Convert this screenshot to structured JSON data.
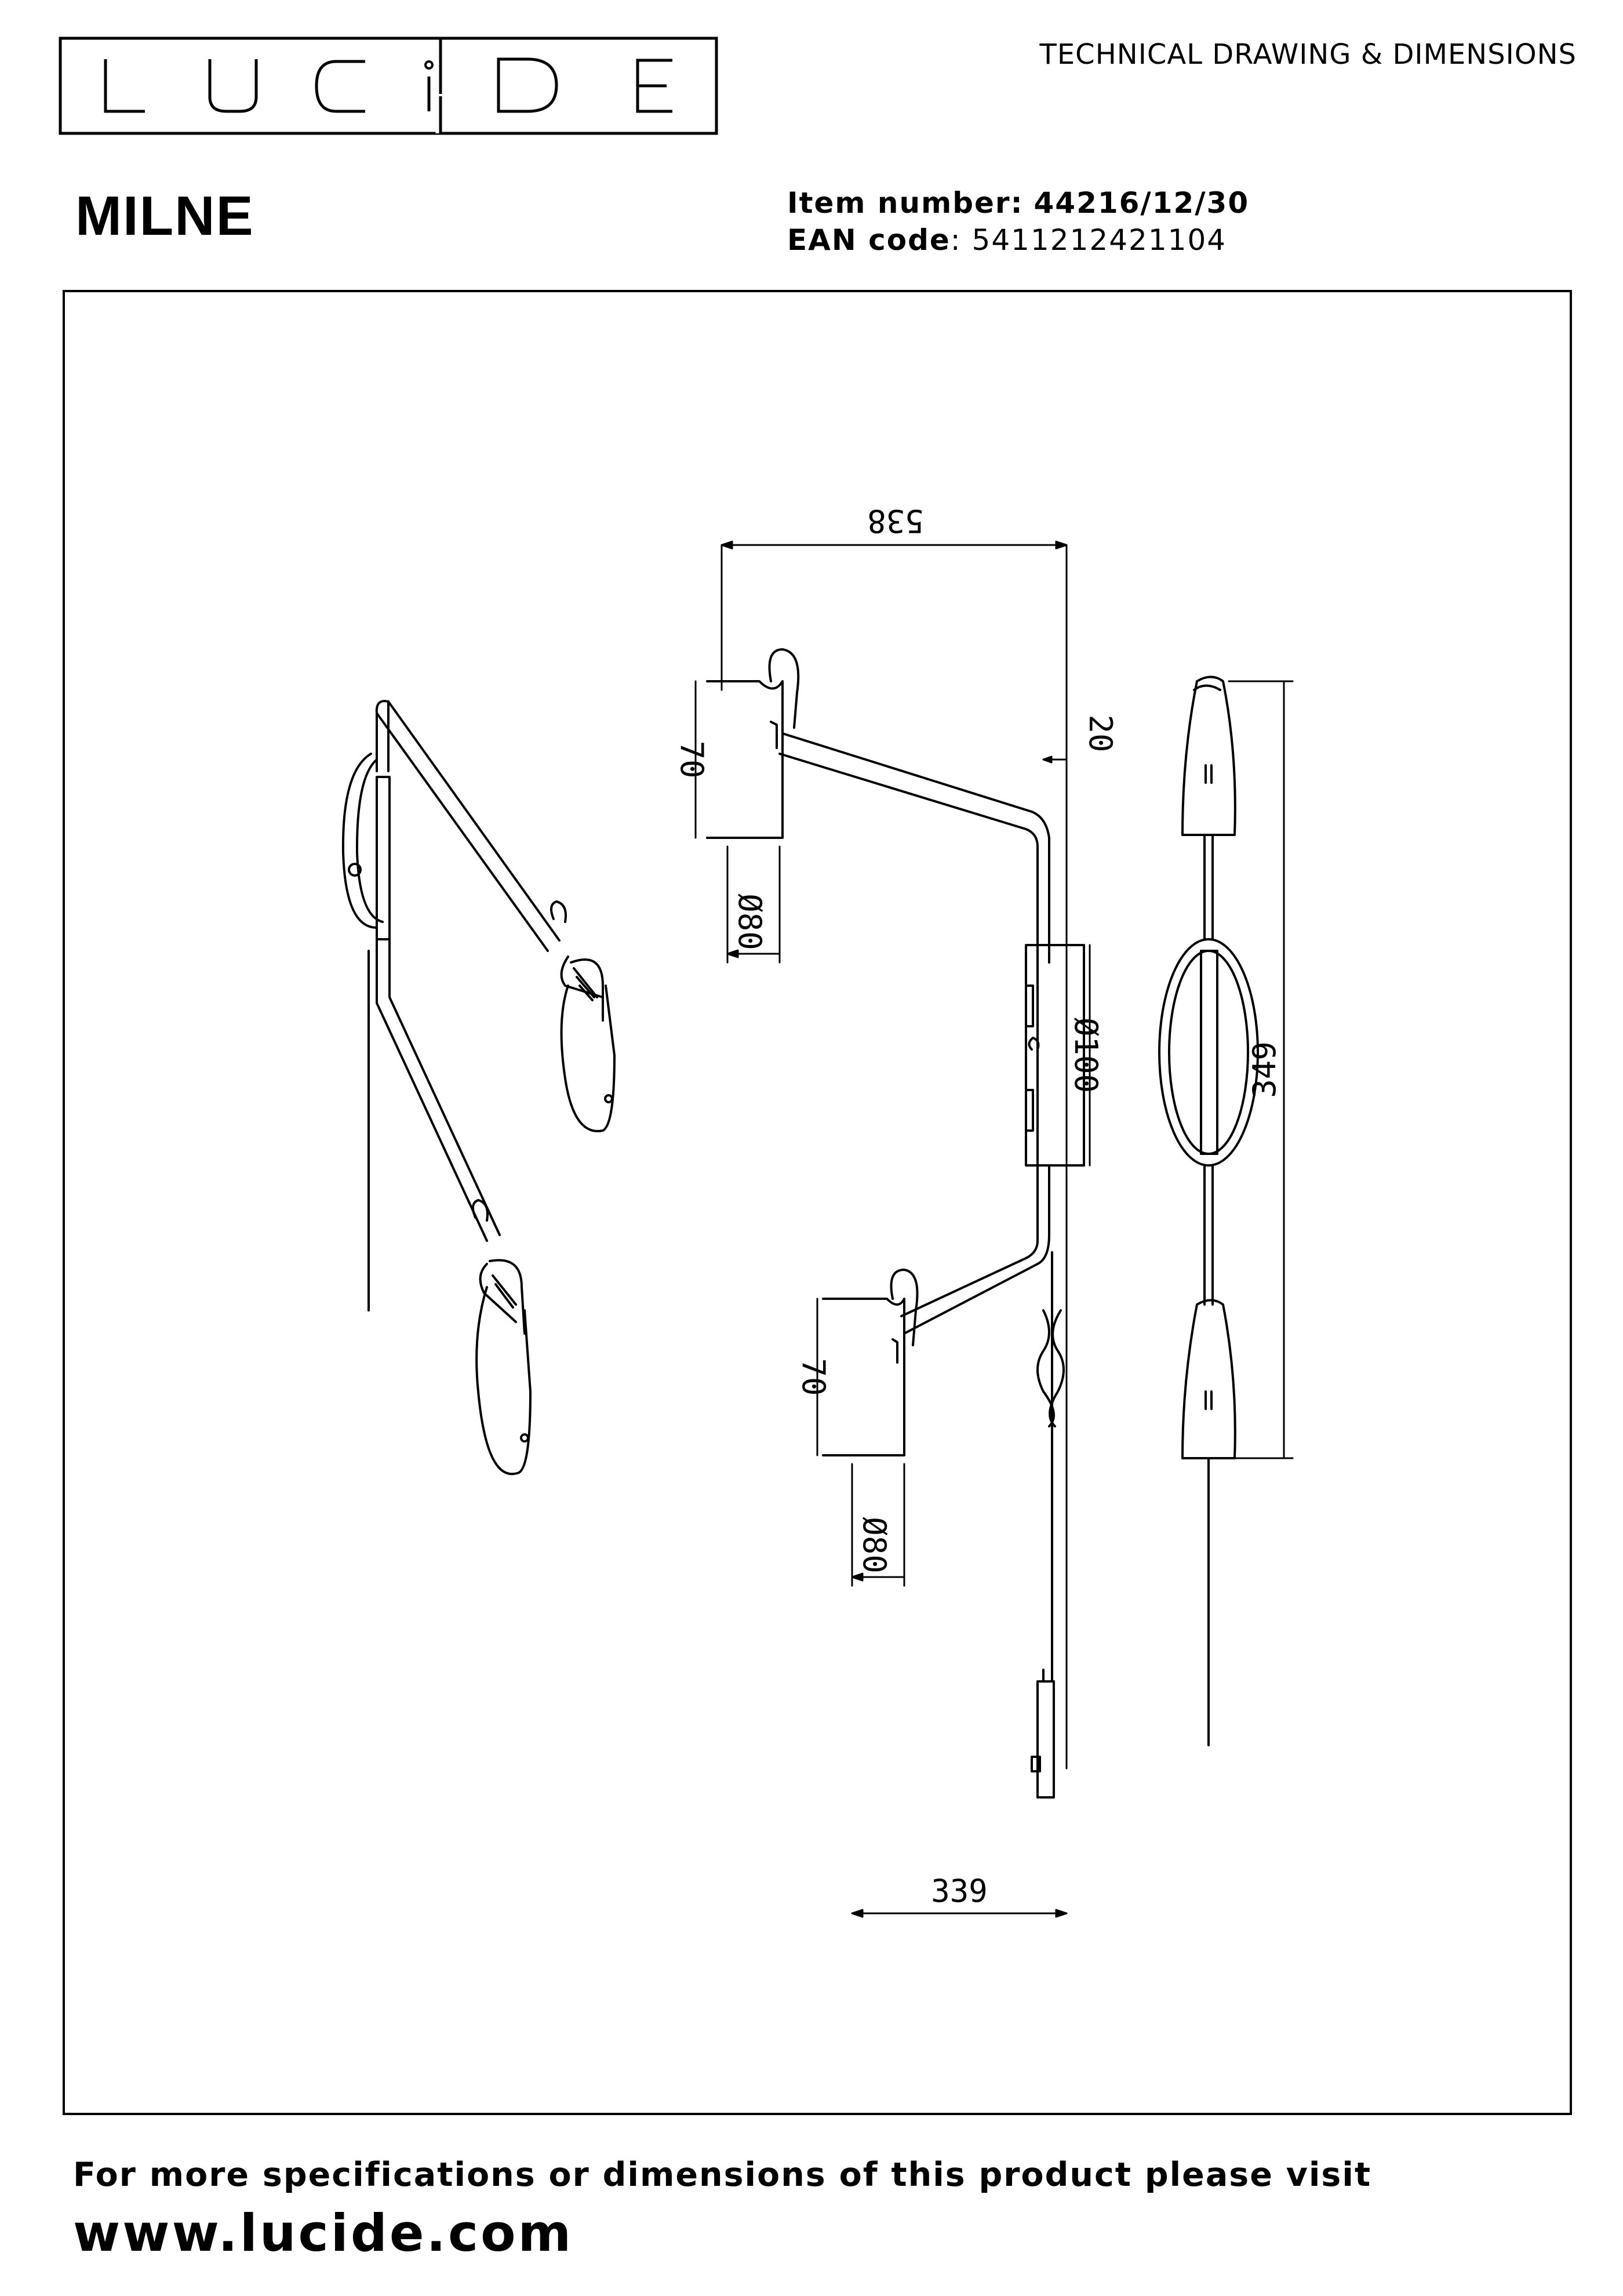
{
  "header": {
    "brand": "LUCIDE",
    "document_type": "TECHNICAL DRAWING & DIMENSIONS"
  },
  "product": {
    "name": "MILNE",
    "item_number_label": "Item number:",
    "item_number": "44216/12/30",
    "ean_label": "EAN code",
    "ean": "5411212421104"
  },
  "dimensions": {
    "total_width": "538",
    "arm_offset": "20",
    "shade_height_top": "70",
    "shade_diameter_top": "Ø80",
    "base_diameter": "Ø100",
    "total_height": "349",
    "shade_height_bottom": "70",
    "shade_diameter_bottom": "Ø80",
    "lower_arm_width": "339"
  },
  "footer": {
    "note": "For more specifications or dimensions of this product please visit",
    "url": "www.lucide.com"
  }
}
